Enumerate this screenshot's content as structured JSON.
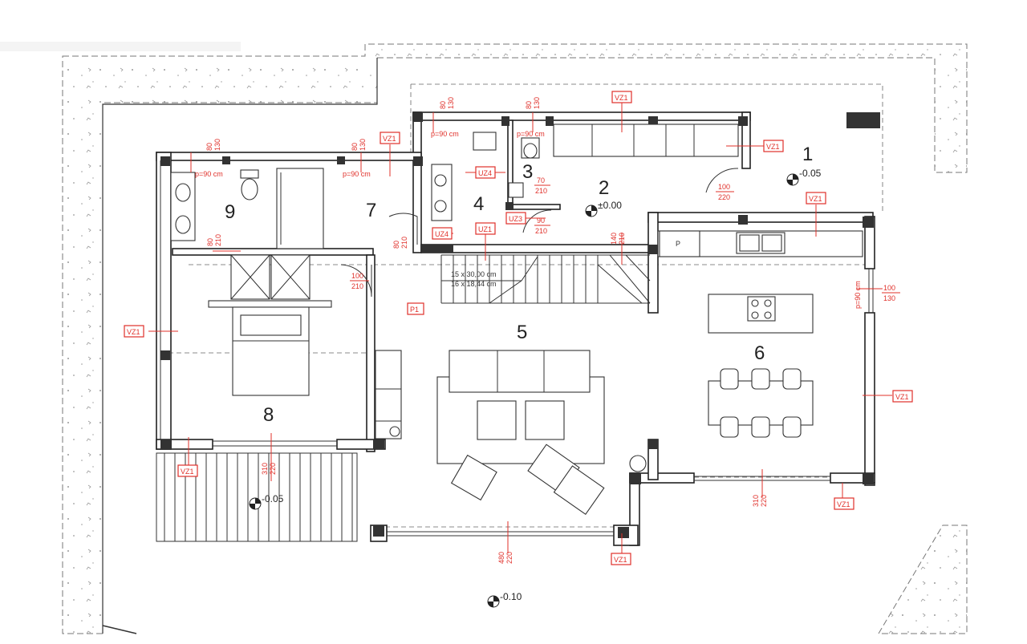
{
  "rooms": [
    {
      "num": "1",
      "level": "-0.05"
    },
    {
      "num": "2",
      "level": "±0.00"
    },
    {
      "num": "3"
    },
    {
      "num": "4"
    },
    {
      "num": "5"
    },
    {
      "num": "6"
    },
    {
      "num": "7"
    },
    {
      "num": "8"
    },
    {
      "num": "9"
    }
  ],
  "levels": {
    "terrace": "-0.05",
    "entry": "-0.10"
  },
  "tags": {
    "vz1": "VZ1",
    "uz1": "UZ1",
    "uz3": "UZ3",
    "uz4": "UZ4",
    "p1": "P1",
    "p": "P"
  },
  "dims": {
    "w80_130_a": [
      "80",
      "130"
    ],
    "w80_130_b": [
      "80",
      "130"
    ],
    "w80_130_c": [
      "80",
      "130"
    ],
    "w80_130_d": [
      "80",
      "130"
    ],
    "parapet": "p=90 cm",
    "d100_220": [
      "100",
      "220"
    ],
    "d70_210": [
      "70",
      "210"
    ],
    "d90_210": [
      "90",
      "210"
    ],
    "d80_210": [
      "80",
      "210"
    ],
    "d100_210": [
      "100",
      "210"
    ],
    "d80_210_b": [
      "80",
      "210"
    ],
    "d140_210": [
      "140",
      "210"
    ],
    "d100_130": [
      "100",
      "130"
    ],
    "d310_220_a": [
      "310",
      "220"
    ],
    "d310_220_b": [
      "310",
      "220"
    ],
    "d480_220": [
      "480",
      "220"
    ],
    "stairs1": "15 x 30,00 cm",
    "stairs2": "16 x 18,44 cm"
  },
  "colors": {
    "annotation": "#e0302a",
    "walls": "#222222",
    "hatch": "#888888"
  }
}
